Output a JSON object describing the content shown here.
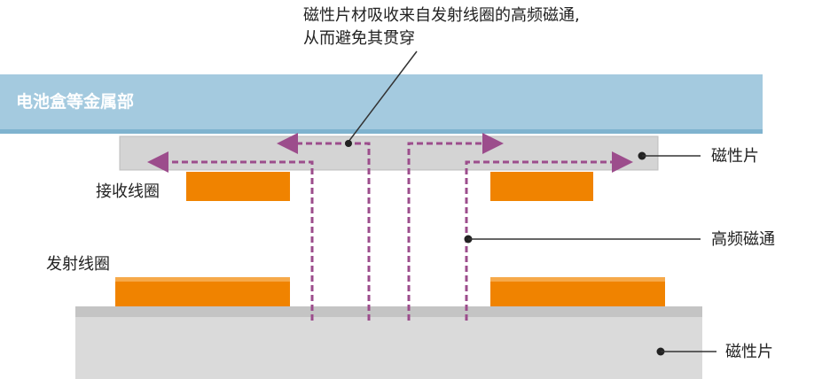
{
  "annotation_top": {
    "line1": "磁性片材吸收来自发射线圈的高频磁通,",
    "line2": "从而避免其贯穿"
  },
  "battery_box": {
    "label": "电池盒等金属部"
  },
  "labels": {
    "receive_coil": "接收线圈",
    "transmit_coil": "发射线圈",
    "magnetic_sheet_upper": "磁性片",
    "high_freq_flux": "高频磁通",
    "magnetic_sheet_lower": "磁性片"
  },
  "colors": {
    "battery_box": "#a4cadf",
    "battery_box_edge": "#7fb3cf",
    "magnetic_sheet": "#d4d4d4",
    "magnetic_sheet_edge": "#bdbdbd",
    "coil": "#f08300",
    "coil_top": "#f6a94a",
    "flux": "#9c4d8c",
    "leader": "#333333",
    "text": "#222222",
    "battery_text": "#ffffff"
  }
}
